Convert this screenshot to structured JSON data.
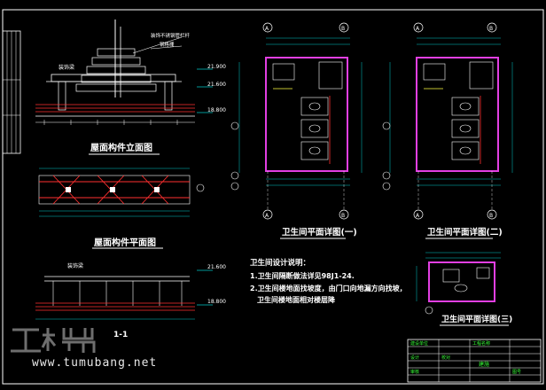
{
  "colors": {
    "background": "#000000",
    "frame": "#ffffff",
    "wall": "#e23fe2",
    "dim": "#00c8c8",
    "accent_red": "#ff3030",
    "yellow": "#ffff40",
    "green": "#38ff38",
    "grey": "#a0a0a0"
  },
  "titles": {
    "roof_elevation": "屋面构件立面图",
    "roof_plan": "屋面构件平面图",
    "elev2": "1-1",
    "toilet_plan_1": "卫生间平面详图(一)",
    "toilet_plan_2": "卫生间平面详图(二)",
    "toilet_plan_3": "卫生间平面详图(三)"
  },
  "elevation_labels": {
    "top": "21.900",
    "mid": "21.600",
    "low": "18.800",
    "label_steel": "钢格栅",
    "label_note": "装饰不锈钢管栏杆",
    "label_left": "装饰梁",
    "e2_top": "21.600",
    "e2_low": "18.800",
    "e2_label": "装饰梁"
  },
  "notes": {
    "heading": "卫生间设计说明：",
    "line1": "1.卫生间隔断做法详见98J1-24.",
    "line2": "2.卫生间楼地面找坡度，由门口向地漏方向找坡，",
    "line3": "卫生间楼地面相对楼层降"
  },
  "grid_axes": {
    "a": "A",
    "b": "B"
  },
  "title_block": {
    "r1c1": "建设单位",
    "r1c2": "工程名称",
    "r2c1": "设计",
    "r2c2": "校对",
    "r3c1": "审核",
    "r3c2": "图号",
    "sheet": "建施"
  },
  "watermark": {
    "logo_text": "土木帮",
    "url": "www.tumubang.net"
  }
}
